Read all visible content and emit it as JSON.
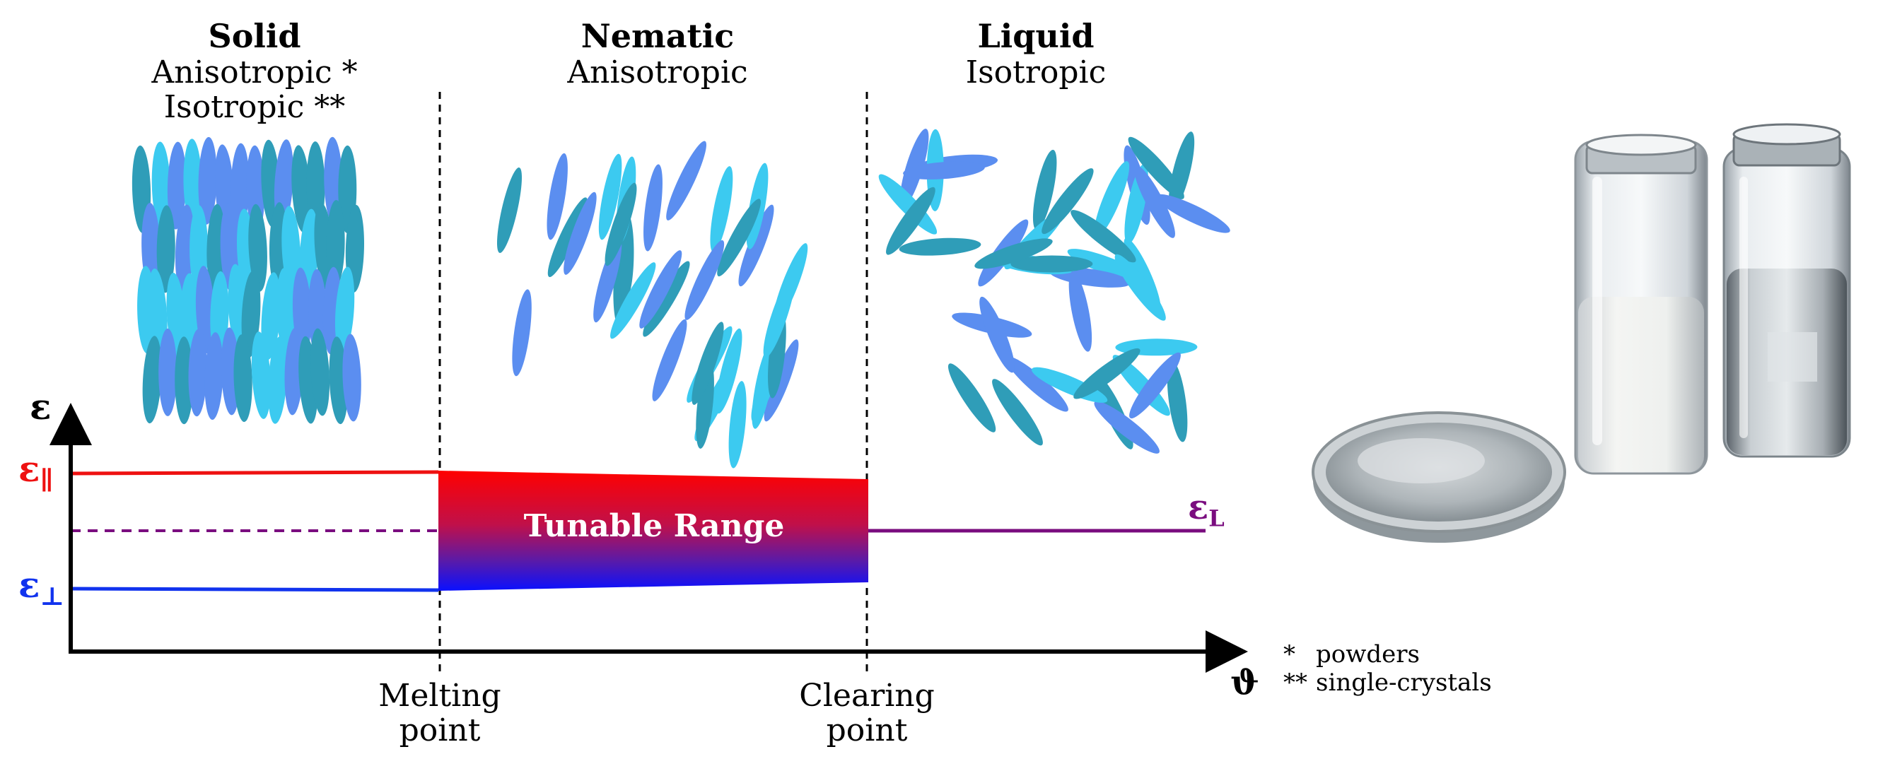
{
  "phases": [
    {
      "name": "Solid",
      "lines": [
        "Anisotropic *",
        "Isotropic **"
      ]
    },
    {
      "name": "Nematic",
      "lines": [
        "Anisotropic"
      ]
    },
    {
      "name": "Liquid",
      "lines": [
        "Isotropic"
      ]
    }
  ],
  "axes": {
    "y_symbol": "ε",
    "x_symbol": "ϑ"
  },
  "levels": {
    "parallel": {
      "symbol": "ε",
      "subscript": "∥",
      "color": "#ee1111"
    },
    "perpendicular": {
      "symbol": "ε",
      "subscript": "⊥",
      "color": "#1133ee"
    },
    "liquid": {
      "symbol": "ε",
      "subscript": "L",
      "color": "#7a0d7f"
    }
  },
  "tunable_range_label": "Tunable Range",
  "transitions": [
    {
      "lines": [
        "Melting",
        "point"
      ]
    },
    {
      "lines": [
        "Clearing",
        "point"
      ]
    }
  ],
  "footnotes": [
    {
      "mark": "*",
      "text": "powders"
    },
    {
      "mark": "**",
      "text": "single-crystals"
    }
  ],
  "colors": {
    "molecule_teal": "#2f9db8",
    "molecule_blue": "#5b8ef0",
    "molecule_cyan": "#3ccaf0"
  },
  "photo": {
    "icon": "sample-photo-petri-dish-and-vials"
  }
}
